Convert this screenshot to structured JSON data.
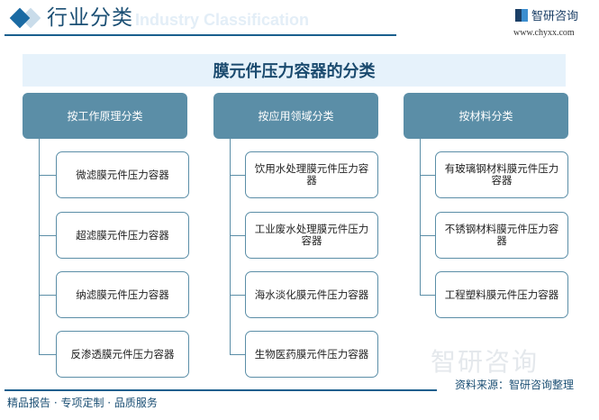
{
  "header": {
    "title": "行业分类",
    "subtitle": "Industry Classification",
    "logo_text": "智研咨询",
    "url": "www.chyxx.com"
  },
  "diagram": {
    "title": "膜元件压力容器的分类",
    "columns": [
      {
        "label": "按工作原理分类",
        "items": [
          "微滤膜元件压力容器",
          "超滤膜元件压力容器",
          "纳滤膜元件压力容器",
          "反渗透膜元件压力容器"
        ]
      },
      {
        "label": "按应用领域分类",
        "items": [
          "饮用水处理膜元件压力容器",
          "工业废水处理膜元件压力容器",
          "海水淡化膜元件压力容器",
          "生物医药膜元件压力容器"
        ]
      },
      {
        "label": "按材料分类",
        "items": [
          "有玻璃钢材料膜元件压力容器",
          "不锈钢材料膜元件压力容器",
          "工程塑料膜元件压力容器"
        ]
      }
    ]
  },
  "footer": {
    "source": "资料来源：智研咨询整理",
    "slogan": "精品报告 · 专项定制 · 品质服务",
    "watermark": "智研咨询"
  },
  "colors": {
    "accent": "#1a5f8e",
    "header_box": "#5b8ea7",
    "band": "#e6f2fb"
  }
}
